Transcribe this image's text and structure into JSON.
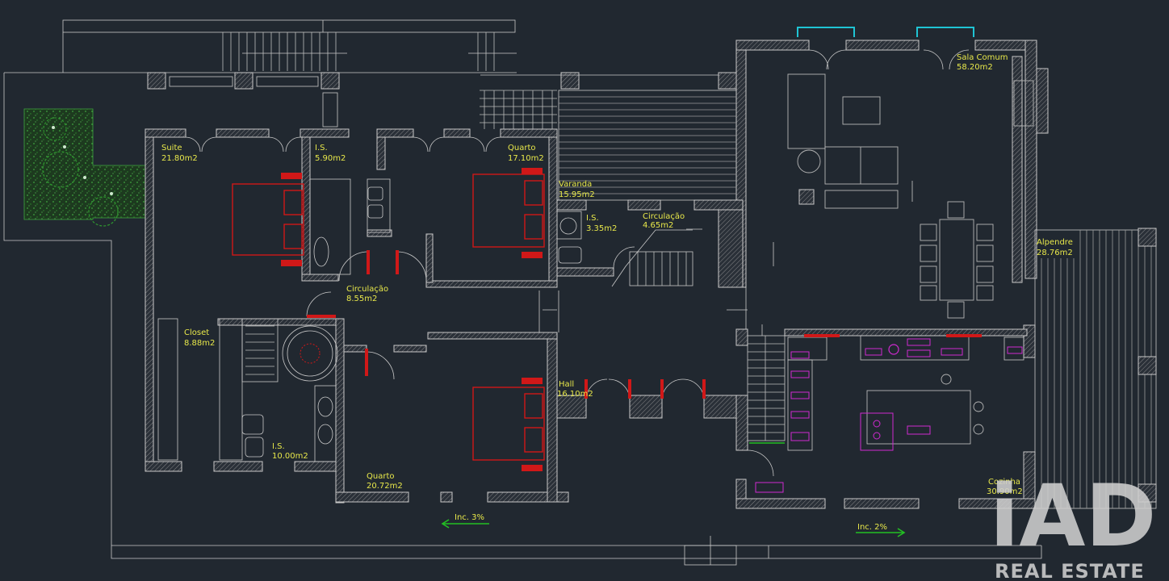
{
  "rooms": [
    {
      "id": "suite",
      "name": "Suite",
      "area": "21.80m2"
    },
    {
      "id": "is-1",
      "name": "I.S.",
      "area": "5.90m2"
    },
    {
      "id": "quarto-1",
      "name": "Quarto",
      "area": "17.10m2"
    },
    {
      "id": "varanda",
      "name": "Varanda",
      "area": "15.95m2"
    },
    {
      "id": "is-2",
      "name": "I.S.",
      "area": "3.35m2"
    },
    {
      "id": "circulacao-1",
      "name": "Circulação",
      "area": "4.65m2"
    },
    {
      "id": "sala",
      "name": "Sala Comum",
      "area": "58.20m2"
    },
    {
      "id": "alpendre",
      "name": "Alpendre",
      "area": "28.76m2"
    },
    {
      "id": "circulacao-2",
      "name": "Circulação",
      "area": "8.55m2"
    },
    {
      "id": "closet",
      "name": "Closet",
      "area": "8.88m2"
    },
    {
      "id": "hall",
      "name": "Hall",
      "area": "16.10m2"
    },
    {
      "id": "is-3",
      "name": "I.S.",
      "area": "10.00m2"
    },
    {
      "id": "quarto-2",
      "name": "Quarto",
      "area": "20.72m2"
    },
    {
      "id": "cozinha",
      "name": "Cozinha",
      "area": "30.90m2"
    }
  ],
  "slopes": [
    {
      "id": "slope-left",
      "label": "Inc. 3%"
    },
    {
      "id": "slope-right",
      "label": "Inc. 2%"
    }
  ],
  "brand": {
    "logo": "iAD",
    "tagline": "REAL ESTATE"
  },
  "colors": {
    "background": "#212830",
    "walls": "#c9c9c9",
    "labels": "#e8e84a",
    "beds": "#d01818",
    "appliances": "#d02ad0",
    "arrows": "#22c022",
    "windows": "#1fc4d4"
  }
}
